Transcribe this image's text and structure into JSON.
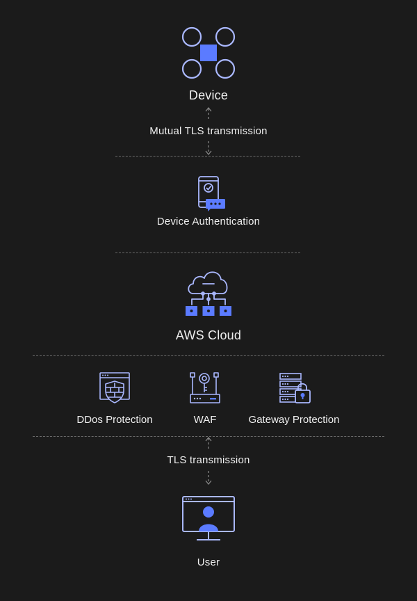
{
  "nodes": {
    "device": "Device",
    "mutual_tls": "Mutual TLS transmission",
    "device_auth": "Device Authentication",
    "aws_cloud": "AWS Cloud",
    "ddos": "DDos Protection",
    "waf": "WAF",
    "gateway": "Gateway Protection",
    "tls": "TLS transmission",
    "user": "User"
  },
  "colors": {
    "background": "#1b1b1b",
    "icon_stroke": "#aab8ff",
    "icon_fill": "#5b7bff",
    "divider": "#6a6a6a",
    "text": "#efefef"
  },
  "icons": [
    "drone-icon",
    "phone-chat-icon",
    "cloud-network-icon",
    "firewall-icon",
    "waf-key-icon",
    "server-lock-icon",
    "monitor-user-icon"
  ]
}
